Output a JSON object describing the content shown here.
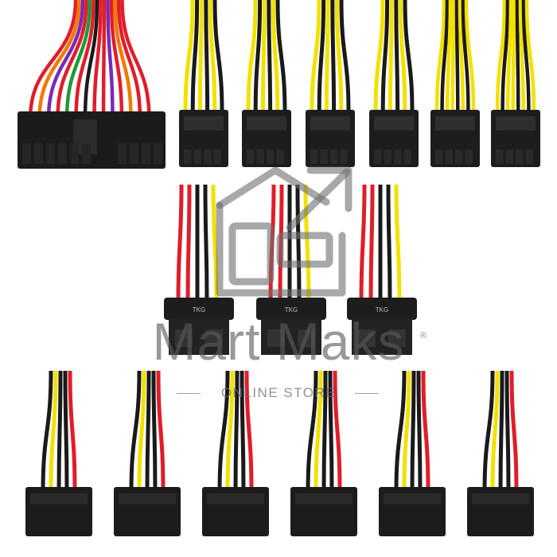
{
  "image": {
    "subject": "computer power supply cable connectors",
    "connector_groups": [
      {
        "name": "main-power-24pin",
        "count": 1,
        "wire_colors": [
          "#e11d2a",
          "#f2e100",
          "#1a1a1a",
          "#f07a00",
          "#7a2bb5",
          "#1e9a3a",
          "#c9c9c9"
        ]
      },
      {
        "name": "pcie-8pin",
        "count": 4,
        "wire_colors": [
          "#f2e100",
          "#1a1a1a"
        ]
      },
      {
        "name": "eps-8pin",
        "count": 2,
        "wire_colors": [
          "#f2e100",
          "#1a1a1a"
        ]
      },
      {
        "name": "molex-4pin",
        "count": 3,
        "wire_colors": [
          "#e11d2a",
          "#1a1a1a",
          "#f2e100"
        ],
        "label": "TKG"
      },
      {
        "name": "sata-power",
        "count": 6,
        "wire_colors": [
          "#f2e100",
          "#1a1a1a",
          "#e11d2a"
        ]
      }
    ]
  },
  "watermark": {
    "brand": "Mart Maks",
    "registered_mark": "®",
    "subtitle": "ONLINE STORE",
    "color": "#7a7a7a"
  }
}
